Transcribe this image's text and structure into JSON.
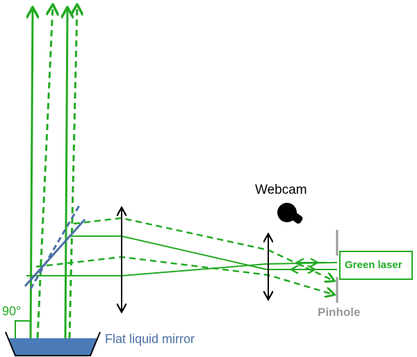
{
  "labels": {
    "webcam": "Webcam",
    "green_laser": "Green laser",
    "pinhole": "Pinhole",
    "mirror": "Flat liquid mirror",
    "angle": "90°"
  },
  "colors": {
    "beam": "#22aa22",
    "beam_splitter": "#4a6fa5",
    "liquid": "#4a7ab8",
    "pinhole": "#999999",
    "lens_arrow": "#000000",
    "text_dark": "#000000"
  },
  "icons": {
    "webcam": "webcam-icon",
    "lens": "double-arrow-lens-icon"
  }
}
